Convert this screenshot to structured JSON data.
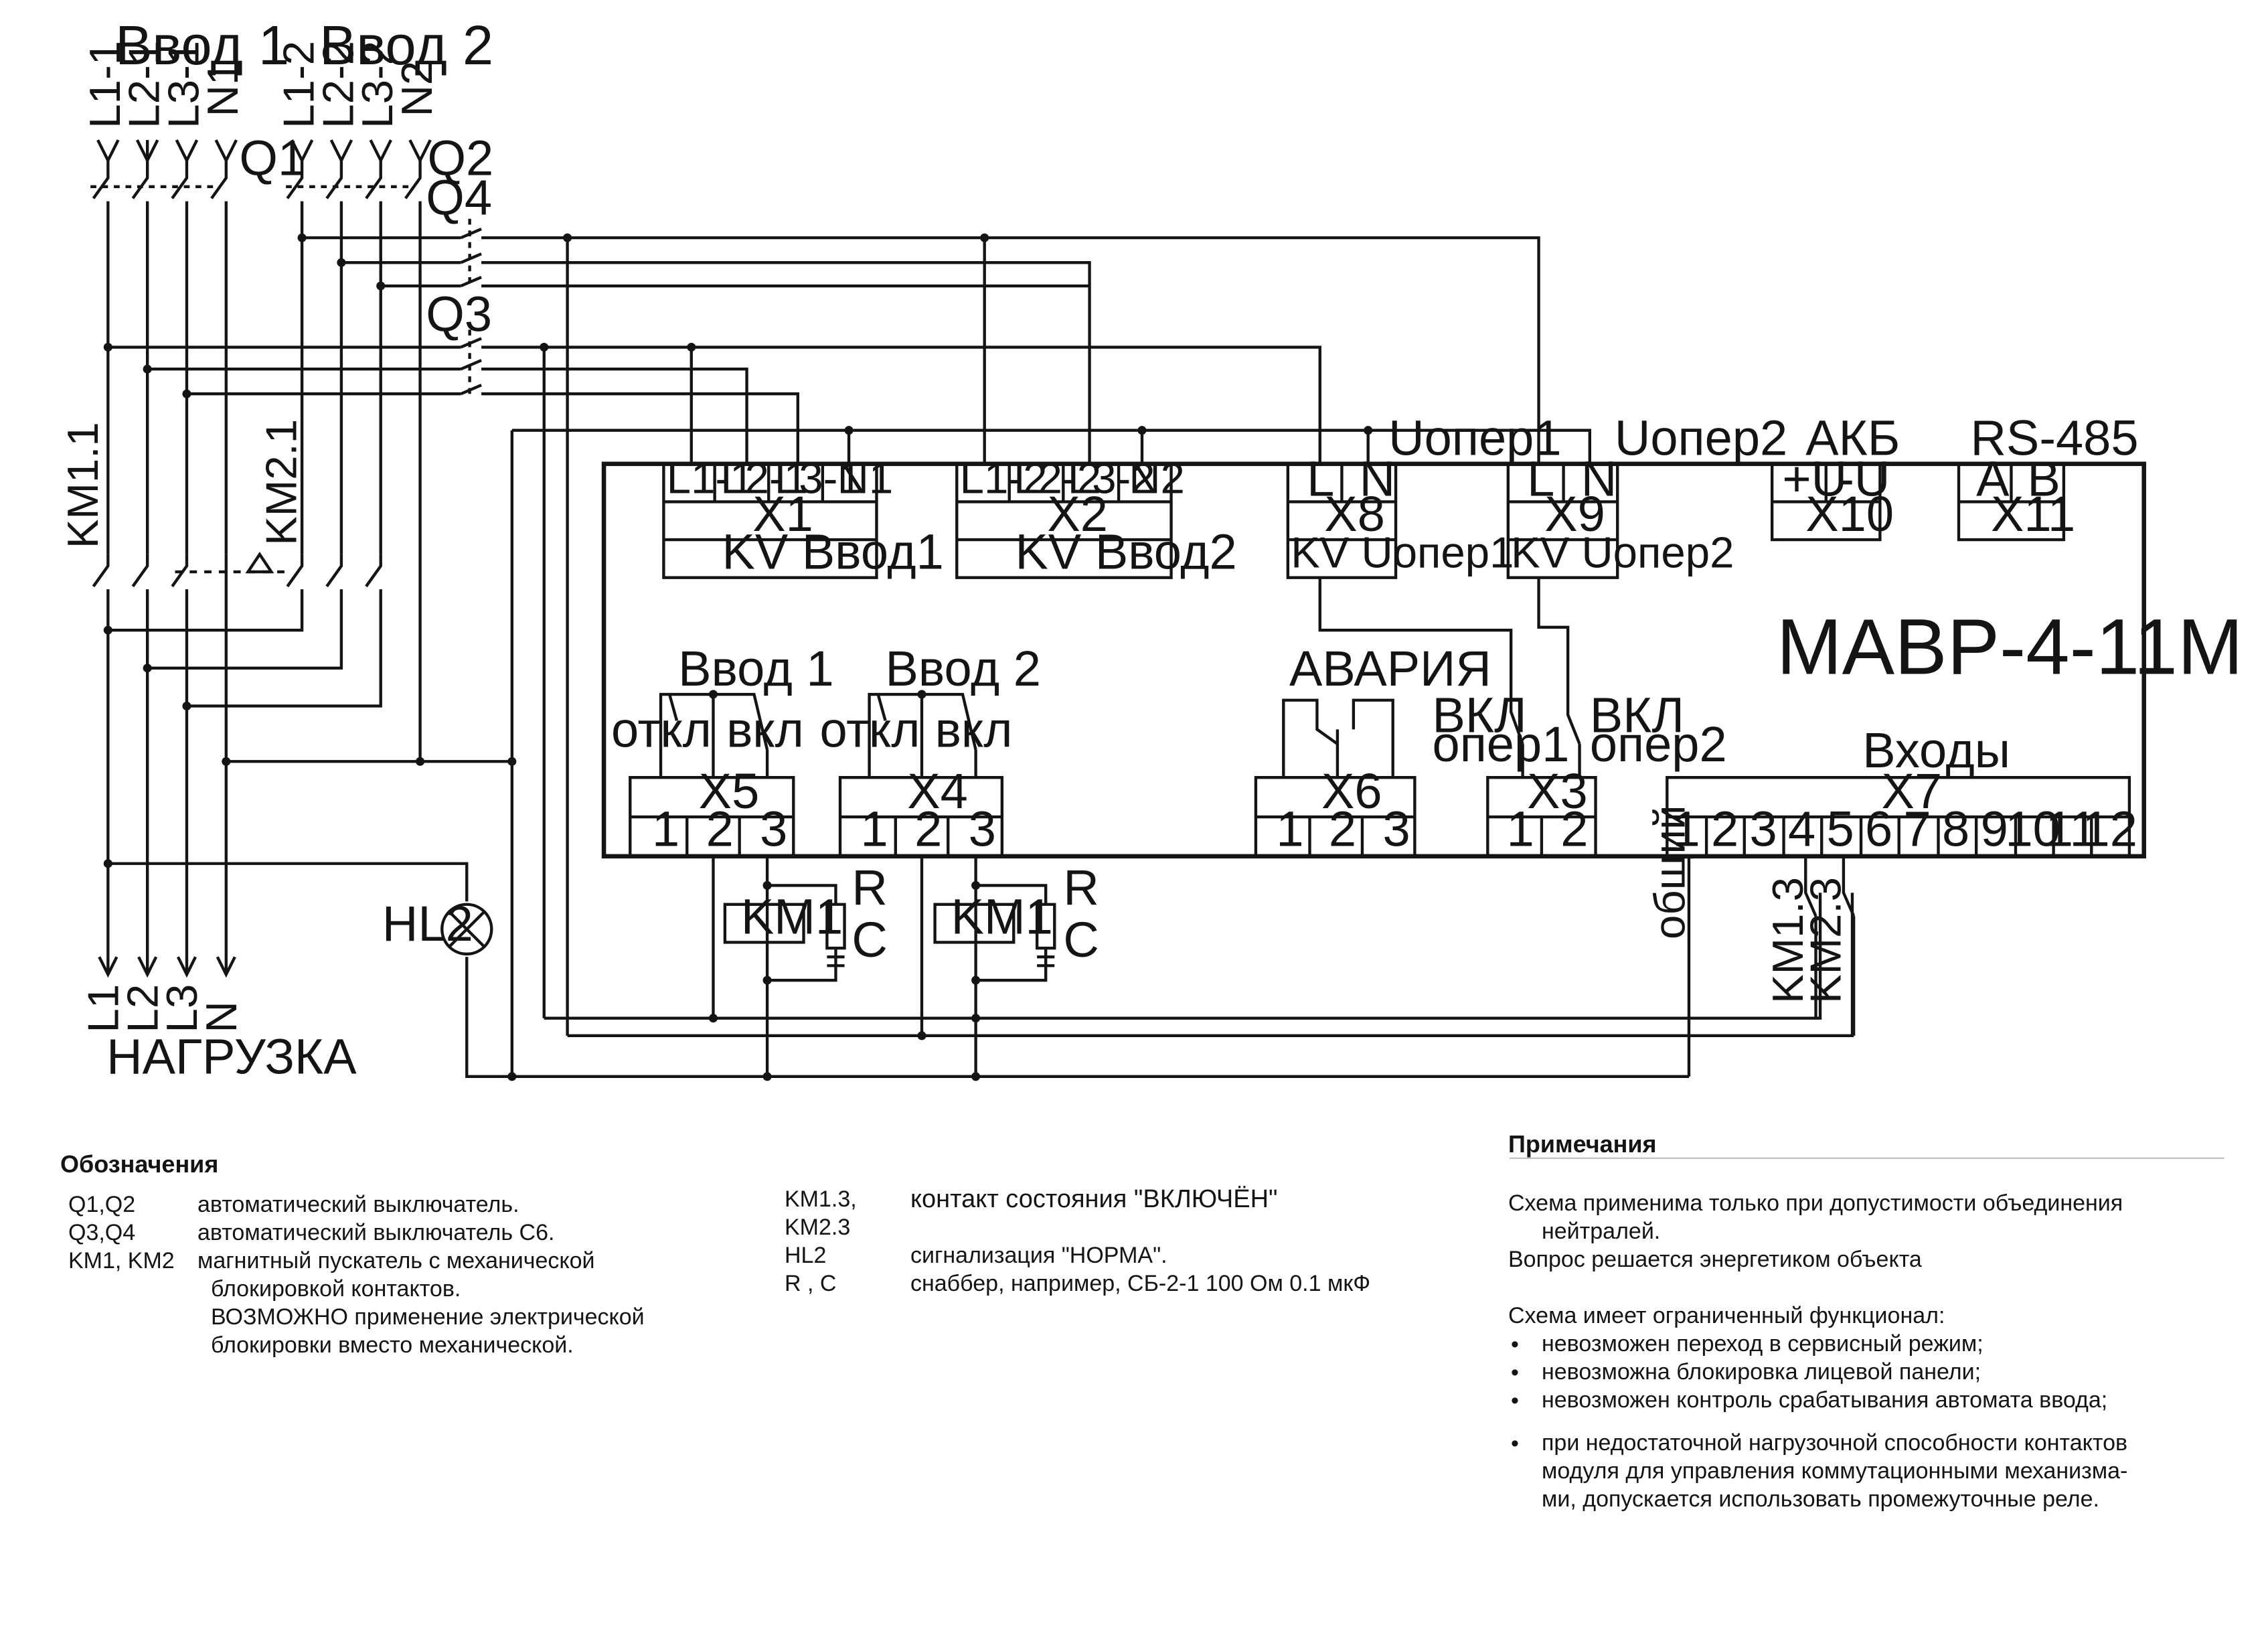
{
  "diagram": {
    "inputs": {
      "input1": "Ввод 1",
      "input2": "Ввод 2"
    },
    "wires": {
      "l11": "L1-1",
      "l21": "L2-1",
      "l31": "L3-1",
      "n1": "N1",
      "l12": "L1-2",
      "l22": "L2-2",
      "l32": "L3-2",
      "n2": "N2"
    },
    "switches": {
      "q1": "Q1",
      "q2": "Q2",
      "q3": "Q3",
      "q4": "Q4"
    },
    "contactors": {
      "km11": "KM1.1",
      "km21": "KM2.1"
    },
    "load": {
      "title": "НАГРУЗКА",
      "l1": "L1",
      "l2": "L2",
      "l3": "L3",
      "n": "N"
    },
    "lamp": "HL2",
    "module": {
      "title": "МАВР-4-11М"
    },
    "terminals": {
      "x1": {
        "name": "X1",
        "caption": "KV Ввод1",
        "pins": [
          "L1-1",
          "L2-1",
          "L3-1",
          "N1"
        ]
      },
      "x2": {
        "name": "X2",
        "caption": "KV Ввод2",
        "pins": [
          "L1-2",
          "L2-2",
          "L3-2",
          "N2"
        ]
      },
      "x8": {
        "name": "X8",
        "caption": "KV Uопер1",
        "pins": [
          "L",
          "N"
        ]
      },
      "x9": {
        "name": "X9",
        "caption": "KV Uопер2",
        "pins": [
          "L",
          "N"
        ]
      },
      "x10": {
        "name": "X10",
        "pins": [
          "+U",
          "-U"
        ]
      },
      "x11": {
        "name": "X11",
        "pins": [
          "A",
          "B"
        ]
      },
      "x5": {
        "name": "X5",
        "pins": [
          "1",
          "2",
          "3"
        ]
      },
      "x4": {
        "name": "X4",
        "pins": [
          "1",
          "2",
          "3"
        ]
      },
      "x6": {
        "name": "X6",
        "pins": [
          "1",
          "2",
          "3"
        ]
      },
      "x3": {
        "name": "X3",
        "pins": [
          "1",
          "2"
        ]
      },
      "x7": {
        "name": "X7",
        "pins": [
          "1",
          "2",
          "3",
          "4",
          "5",
          "6",
          "7",
          "8",
          "9",
          "10",
          "11",
          "12"
        ]
      }
    },
    "labels": {
      "uoper1": "Uопер1",
      "uoper2": "Uопер2",
      "akb": "АКБ",
      "rs485": "RS-485",
      "relay_in1": "Ввод 1",
      "relay_in2": "Ввод 2",
      "otkl": "откл",
      "vkl": "вкл",
      "avaria": "АВАРИЯ",
      "vkl_oper1_a": "ВКЛ",
      "vkl_oper1_b": "опер1",
      "vkl_oper2_a": "ВКЛ",
      "vkl_oper2_b": "опер2",
      "vhody": "Входы",
      "coil": "KM1",
      "r": "R",
      "c": "C",
      "common": "общий",
      "km13": "KM1.3",
      "km23": "KM2.3"
    }
  },
  "legend": {
    "title": "Обозначения",
    "left": [
      {
        "code": "Q1,Q2",
        "text": "автоматический выключатель."
      },
      {
        "code": "Q3,Q4",
        "text": "автоматический выключатель С6."
      },
      {
        "code": "KM1, KM2",
        "text": "магнитный пускатель с механической"
      },
      {
        "code": "",
        "text": "блокировкой контактов."
      },
      {
        "code": "",
        "text": "ВОЗМОЖНО применение электрической"
      },
      {
        "code": "",
        "text": "блокировки вместо механической."
      }
    ],
    "mid": [
      {
        "code": "KM1.3,",
        "text": "контакт состояния \"ВКЛЮЧЁН\""
      },
      {
        "code": "KM2.3",
        "text": ""
      },
      {
        "code": "HL2",
        "text": "сигнализация \"НОРМА\"."
      },
      {
        "code": "R , C",
        "text": "снаббер, например, СБ-2-1 100 Ом 0.1 мкФ"
      }
    ]
  },
  "notes": {
    "title": "Примечания",
    "p1a": "Схема применима только при допустимости объединения",
    "p1b": "нейтралей.",
    "p2": "Вопрос решается энергетиком объекта",
    "p3": "Схема имеет ограниченный функционал:",
    "bullets": [
      "невозможен переход в сервисный режим;",
      "невозможна блокировка лицевой панели;",
      "невозможен контроль срабатывания автомата ввода;"
    ],
    "b4a": "при недостаточной нагрузочной способности контактов",
    "b4b": "модуля для управления коммутационными механизма-",
    "b4c": "ми, допускается использовать промежуточные реле."
  }
}
